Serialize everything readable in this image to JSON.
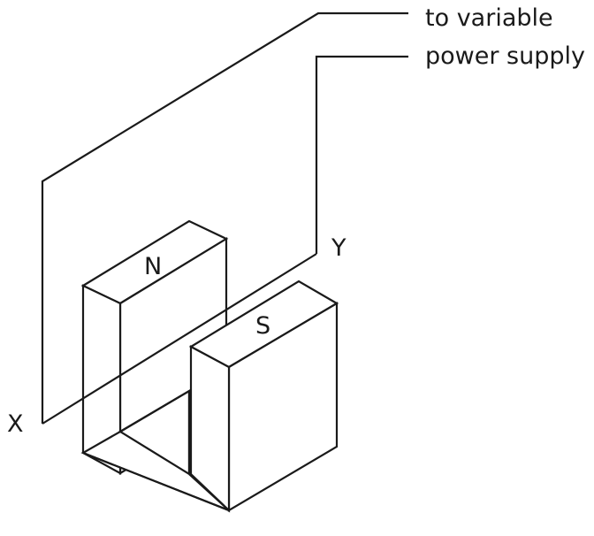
{
  "labels": {
    "supply_line1": "to variable",
    "supply_line2": "power supply",
    "north_pole": "N",
    "south_pole": "S",
    "wire_end_x": "X",
    "wire_end_y": "Y"
  },
  "colors": {
    "line": "#1a1a1a",
    "background": "#ffffff"
  }
}
